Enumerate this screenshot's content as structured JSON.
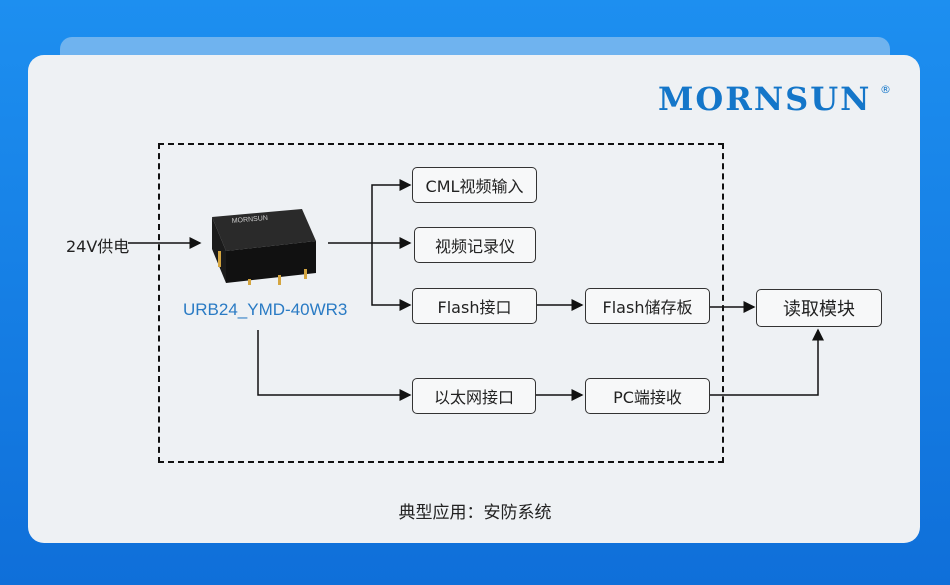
{
  "brand": {
    "logo_text": "MORNSUN",
    "registered_mark": "®"
  },
  "input_label": "24V供电",
  "module": {
    "model": "URB24_YMD-40WR3",
    "chip_text": "MORNSUN"
  },
  "boxes": {
    "cml": "CML视频输入",
    "recorder": "视频记录仪",
    "flash_if": "Flash接口",
    "flash_board": "Flash储存板",
    "read_module": "读取模块",
    "ethernet": "以太网接口",
    "pc": "PC端接收"
  },
  "caption": "典型应用：安防系统",
  "colors": {
    "background": "#1a86ea",
    "card": "#eef1f4",
    "brand": "#1476c9",
    "model": "#2a7bc4"
  }
}
